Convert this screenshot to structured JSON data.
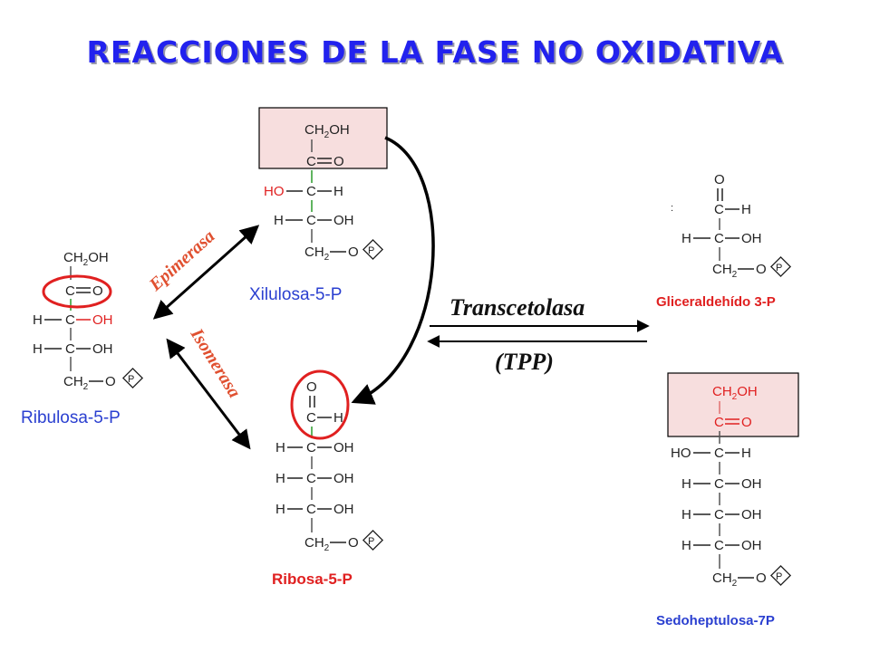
{
  "title": "REACCIONES DE LA FASE NO OXIDATIVA",
  "enzymes": {
    "epimerasa": "Epimerasa",
    "isomerasa": "Isomerasa",
    "transcetolasa": "Transcetolasa",
    "cofactor": "(TPP)"
  },
  "molecules": {
    "ribulosa": "Ribulosa-5-P",
    "xilulosa": "Xilulosa-5-P",
    "ribosa": "Ribosa-5-P",
    "gliceraldehido": "Gliceraldehído 3-P",
    "sedoheptulosa": "Sedoheptulosa-7P"
  },
  "atoms": {
    "ch2oh": "CH",
    "sub2": "2",
    "oh": "OH",
    "c": "C",
    "o": "O",
    "h": "H",
    "ho": "HO",
    "p": "P",
    "colon": ":"
  },
  "colors": {
    "title": "#2222ee",
    "highlight_box": "#f7dede",
    "red_circle": "#e02020",
    "green_bond": "#2a9a2a",
    "arrow": "#000000"
  }
}
